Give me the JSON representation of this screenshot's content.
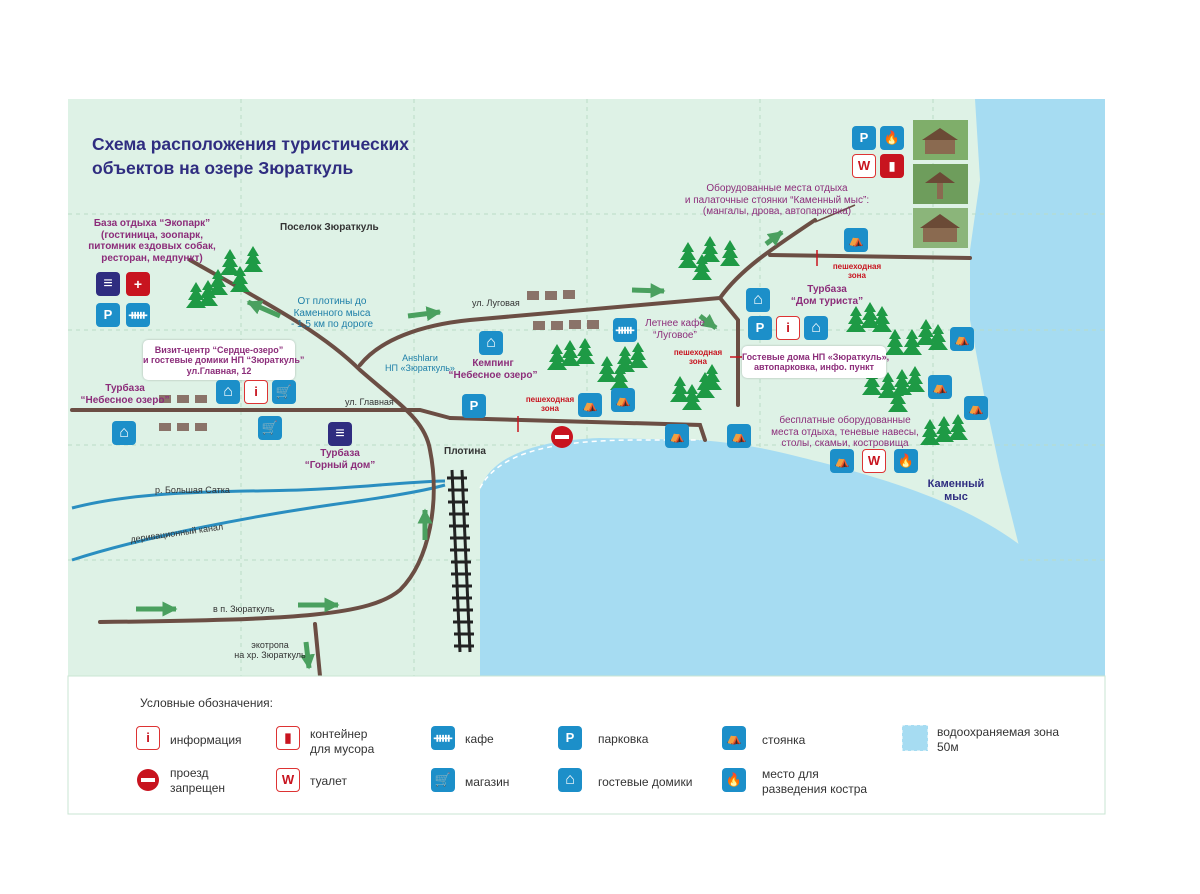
{
  "map": {
    "title_line1": "Схема расположения туристических",
    "title_line2": "объектов на озере Зюраткуль",
    "labels": {
      "ekopark_name": "База отдыха “Экопарк”",
      "ekopark_desc1": "(гостиница, зоопарк,",
      "ekopark_desc2": "питомник ездовых собак,",
      "ekopark_desc3": "ресторан, медпункт)",
      "poselok": "Поселок Зюраткуль",
      "ot_plotiny1": "От плотины до",
      "ot_plotiny2": "Каменного мыса",
      "ot_plotiny3": "- 1,5 км по дороге",
      "ul_lugovaya": "ул. Луговая",
      "vizit_line1": "Визит-центр “Сердце-озеро”",
      "vizit_line2": "и гостевые домики НП “Зюраткуль”",
      "vizit_line3": "ул.Главная, 12",
      "turbaza_nebo_1": "Турбаза",
      "turbaza_nebo_2": "“Небесное озеро”",
      "ul_glavnaya": "ул. Главная",
      "angary1": "Анshlаги",
      "angary2": "НП «Зюраткуль»",
      "kemping1": "Кемпинг",
      "kemping2": "“Небесное озеро”",
      "letnee1": "Летнее кафе",
      "letnee2": "“Луговое”",
      "turbaza_gorny_1": "Турбаза",
      "turbaza_gorny_2": "“Горный дом”",
      "plotina": "Плотина",
      "peshehod": "пешеходная",
      "zona": "зона",
      "big_satka": "р. Большая Сатка",
      "kanal": "деривационный канал",
      "v_poselok": "в п. Зюраткуль",
      "ekotropa1": "экотропа",
      "ekotropa2": "на хр. Зюраткуль",
      "oborud1": "Оборудованные места отдыха",
      "oborud2": "и палаточные стоянки “Каменный мыс”:",
      "oborud3": "(мангалы, дрова, автопарковка)",
      "turbaza_dom1": "Турбаза",
      "turbaza_dom2": "“Дом туриста”",
      "gost1": "Гостевые дома НП «Зюраткуль»,",
      "gost2": "автопарковка, инфо. пункт",
      "besp1": "бесплатные оборудованные",
      "besp2": "места отдыха, теневые навесы,",
      "besp3": "столы, скамьи, костровища",
      "kamenny1": "Каменный",
      "kamenny2": "мыс"
    }
  },
  "legend": {
    "title": "Условные обозначения:",
    "items": {
      "info": "информация",
      "container1": "контейнер",
      "container2": "для мусора",
      "cafe": "кафе",
      "parking": "парковка",
      "stoyanka": "стоянка",
      "water1": "водоохраняемая зона",
      "water2": "50м",
      "proezd1": "проезд",
      "proezd2": "запрещен",
      "toilet": "туалет",
      "shop": "магазин",
      "guest": "гостевые домики",
      "fire1": "место для",
      "fire2": "разведения костра"
    }
  },
  "icons": {
    "parking_letter": "P",
    "toilet_letter": "W",
    "info_letter": "i"
  },
  "colors": {
    "map_bg": "#def2e6",
    "lake": "#a6dcf2",
    "road": "#6b4e44",
    "river": "#2a8ec0",
    "icon_blue": "#1c8fc9",
    "tree": "#1e9a45",
    "arrow": "#4aa05f",
    "red": "#c8141f",
    "title": "#2f2d80",
    "purple": "#8c2d7a"
  }
}
